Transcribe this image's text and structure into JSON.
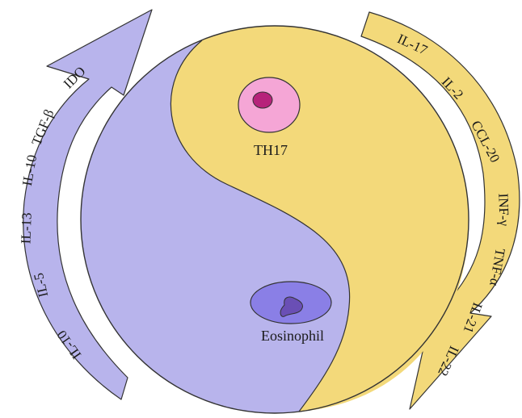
{
  "cells": {
    "top": {
      "label": "TH17",
      "fill": "#f5a6d6",
      "nucleus": "#b6237a"
    },
    "bottom": {
      "label": "Eosinophil",
      "fill": "#8a7fe6",
      "nucleus": "#6a4fb5"
    }
  },
  "left_arrow": {
    "color": "#b8b4ec",
    "cytokines": [
      "IDO",
      "TGF-β",
      "IL-10",
      "IL-13",
      "IL-5",
      "IL-10"
    ]
  },
  "right_arrow": {
    "color": "#f3d97a",
    "cytokines": [
      "IL-17",
      "IL-2",
      "CCL-20",
      "INF-γ",
      "TNF-α",
      "IL-21",
      "IL-22"
    ]
  },
  "colors": {
    "yang": "#f3d97a",
    "yin": "#b8b4ec",
    "outline": "#222222"
  }
}
